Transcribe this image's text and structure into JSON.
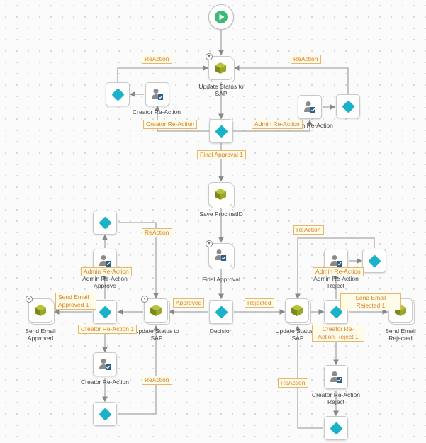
{
  "colors": {
    "diamond": "#1ab2c9",
    "cube_top": "#b8c23a",
    "cube_left": "#7a8a1c",
    "cube_right": "#9aa82a",
    "edge_label": "#d9822b"
  },
  "nodes": {
    "start": {
      "icon": "play-icon"
    },
    "update_status_top": {
      "label": [
        "Update Status to",
        "SAP"
      ]
    },
    "creator_reaction_top": {
      "label": [
        "Creator Re-Action"
      ]
    },
    "admin_reaction_top": {
      "label": [
        "Admin Re-Action"
      ]
    },
    "save_procinstid": {
      "label": [
        "Save ProcInstID"
      ]
    },
    "final_approval": {
      "label": [
        "Final Approval"
      ]
    },
    "decision": {
      "label": [
        "Decision"
      ]
    },
    "update_status_left": {
      "label": [
        "Update Status to",
        "SAP"
      ]
    },
    "send_email_approved": {
      "label": [
        "Send Email",
        "Approved"
      ]
    },
    "admin_reaction_approve": {
      "label": [
        "Admin Re-Action",
        "Approve"
      ]
    },
    "creator_reaction_mid": {
      "label": [
        "Creator Re-Action"
      ]
    },
    "update_status_right": {
      "label": [
        "Update Status to",
        "SAP"
      ]
    },
    "admin_reaction_reject": {
      "label": [
        "Admin Re-Action",
        "Reject"
      ]
    },
    "send_email_rejected": {
      "label": [
        "Send Email",
        "Rejected"
      ]
    },
    "creator_reaction_reject": {
      "label": [
        "Creator Re-Action",
        "Reject"
      ]
    }
  },
  "edge_labels": {
    "reaction_1": "ReAction",
    "reaction_2": "ReAction",
    "creator_reaction_1": "Creator Re-Action",
    "admin_reaction_1": "Admin Re-Action",
    "final_approval_1": "Final Approval 1",
    "reaction_3": "ReAction",
    "reaction_4": "ReAction",
    "approved": "Approved",
    "rejected": "Rejected",
    "admin_reaction_2": "Admin Re-Action",
    "admin_reaction_3": "Admin Re-Action",
    "send_email_approved_1": "Send Email Approved 1",
    "creator_reaction_1b": "Creator Re-Action 1",
    "creator_reaction_reject_1": "Creator Re-Action Reject 1",
    "send_email_rejected_1": "Send Email Rejected 1",
    "reaction_5": "ReAction",
    "reaction_6": "ReAction"
  }
}
